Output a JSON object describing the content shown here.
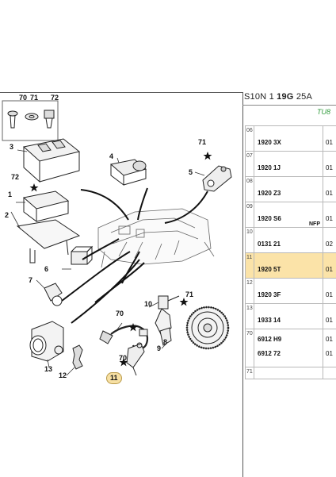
{
  "header": {
    "prefix": "S10N 1",
    "bold": "19G",
    "suffix": "25A",
    "model_tag": "TU8"
  },
  "diagram": {
    "callouts": [
      "70",
      "71",
      "72",
      "3",
      "72",
      "1",
      "2",
      "4",
      "71",
      "5",
      "6",
      "7",
      "70",
      "10",
      "71",
      "8",
      "9",
      "70",
      "11",
      "13",
      "12"
    ],
    "highlighted_callout": "11"
  },
  "table": {
    "rows": [
      {
        "num": "06",
        "codes": [
          "1920 3X"
        ],
        "qty": [
          "01"
        ],
        "nfp": ""
      },
      {
        "num": "07",
        "codes": [
          "1920 1J"
        ],
        "qty": [
          "01"
        ],
        "nfp": ""
      },
      {
        "num": "08",
        "codes": [
          "1920 Z3"
        ],
        "qty": [
          "01"
        ],
        "nfp": ""
      },
      {
        "num": "09",
        "codes": [
          "1920 S6"
        ],
        "qty": [
          "01"
        ],
        "nfp": "NFP"
      },
      {
        "num": "10",
        "codes": [
          "0131 21"
        ],
        "qty": [
          "02"
        ],
        "nfp": ""
      },
      {
        "num": "11",
        "codes": [
          "1920 5T"
        ],
        "qty": [
          "01"
        ],
        "nfp": "",
        "highlight": true
      },
      {
        "num": "12",
        "codes": [
          "1920 3F"
        ],
        "qty": [
          "01"
        ],
        "nfp": ""
      },
      {
        "num": "13",
        "codes": [
          "1933 14"
        ],
        "qty": [
          "01"
        ],
        "nfp": ""
      },
      {
        "num": "70",
        "codes": [
          "6912 H9",
          "6912 72"
        ],
        "qty": [
          "01",
          "01"
        ],
        "nfp": ""
      },
      {
        "num": "71",
        "codes": [],
        "qty": [],
        "nfp": ""
      }
    ]
  },
  "colors": {
    "highlight": "#fbe3a8",
    "model_tag": "#2e9a3a"
  }
}
